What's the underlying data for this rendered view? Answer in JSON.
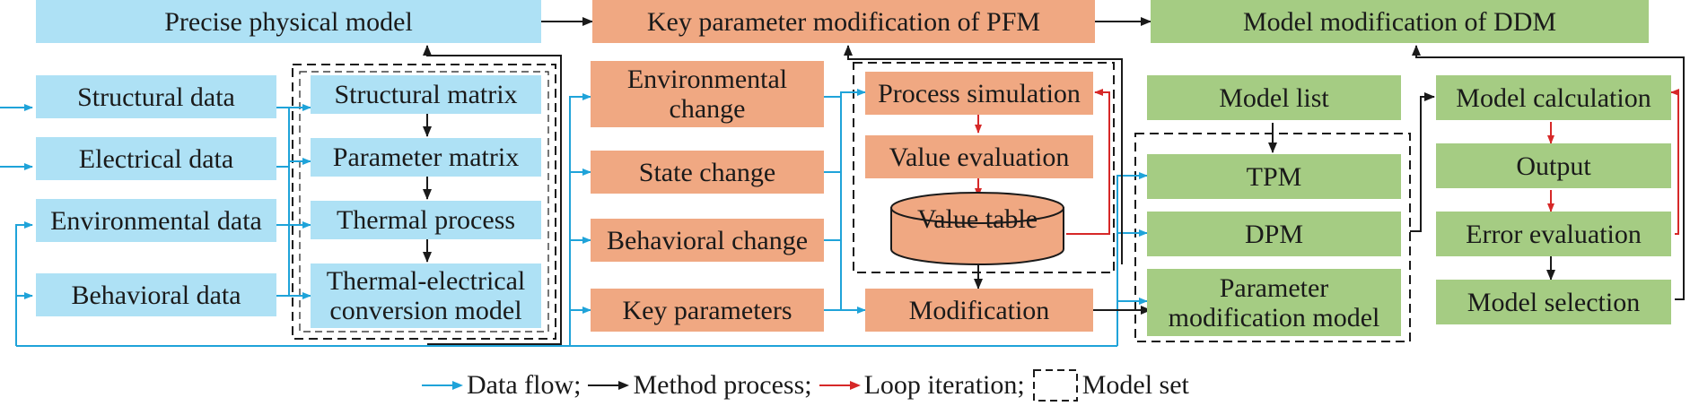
{
  "top": {
    "precise_model": "Precise physical model",
    "key_param_mod": "Key parameter modification of PFM",
    "model_mod": "Model modification of DDM"
  },
  "inputs": [
    "Structural data",
    "Electrical data",
    "Environmental data",
    "Behavioral data"
  ],
  "matrix_set": [
    "Structural matrix",
    "Parameter matrix",
    "Thermal process",
    "Thermal-electrical\nconversion model"
  ],
  "changes": [
    "Environmental\nchange",
    "State change",
    "Behavioral change",
    "Key parameters"
  ],
  "sim": {
    "process_simulation": "Process simulation",
    "value_evaluation": "Value evaluation",
    "value_table": "Value table",
    "modification": "Modification"
  },
  "models": {
    "model_list": "Model list",
    "tpm": "TPM",
    "dpm": "DPM",
    "param_mod_model": "Parameter\nmodification model"
  },
  "calc": [
    "Model calculation",
    "Output",
    "Error evaluation",
    "Model selection"
  ],
  "legend": {
    "data_flow": "Data flow;",
    "method_process": "Method process;",
    "loop_iteration": "Loop iteration;",
    "model_set": "Model set"
  },
  "colors": {
    "blue_box": "#aee1f5",
    "orange_box": "#f0a882",
    "green_box": "#a5cc83",
    "data_flow": "#1fa3d9",
    "method_process": "#1a1a1a",
    "loop_iteration": "#d62828"
  }
}
